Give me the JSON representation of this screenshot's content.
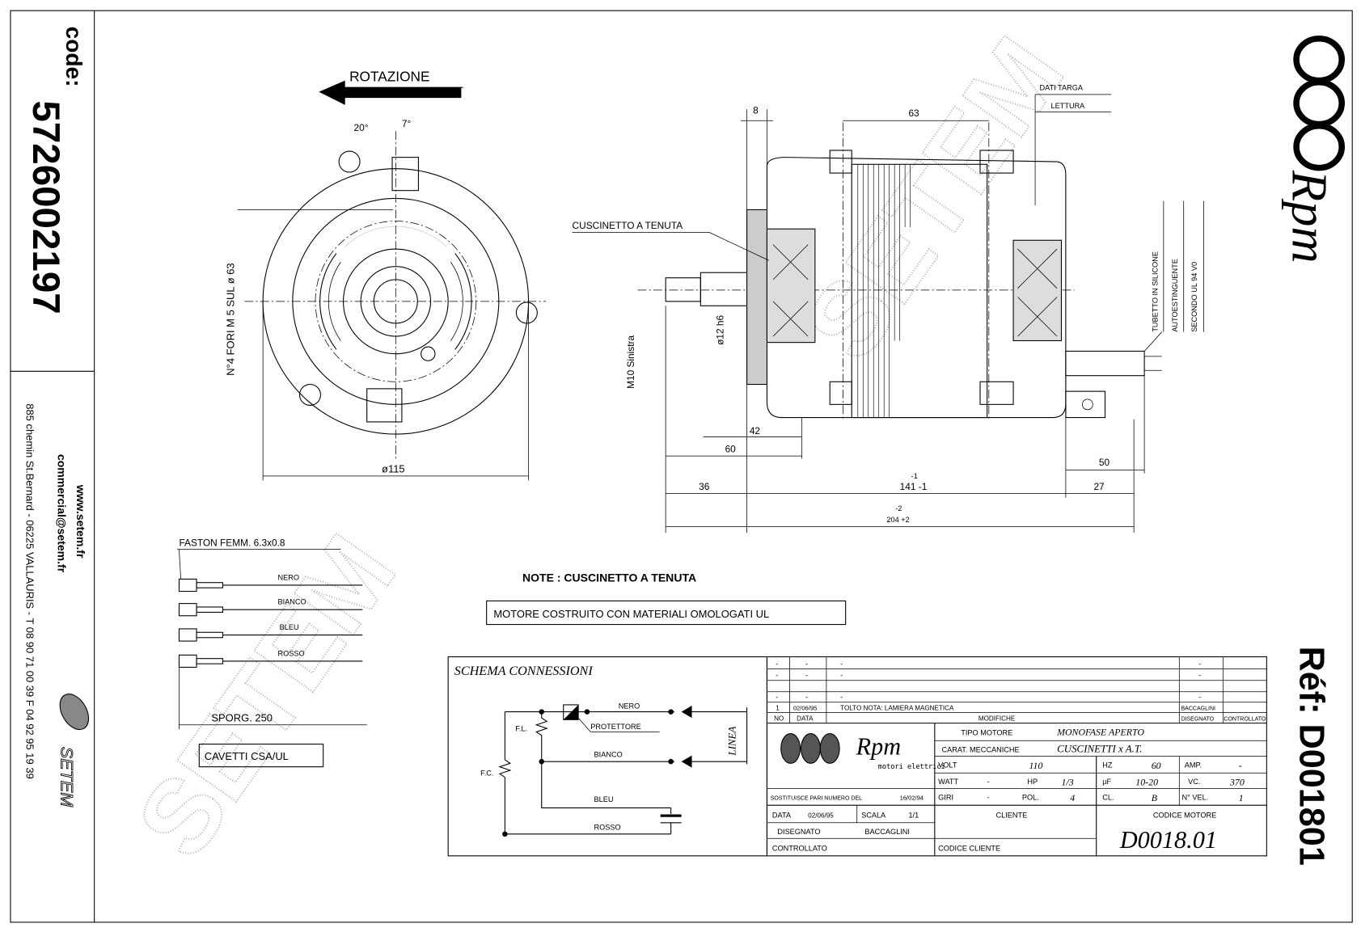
{
  "left_panel": {
    "code_label": "code:",
    "code": "5726002197",
    "website": "www.setem.fr",
    "email": "commercial@setem.fr",
    "address": "885 chemin St.Bernard - 06225 VALLAURIS - T 08 90 71 00 39  F 04 92 95 19 39",
    "brand": "SETEM"
  },
  "right_panel": {
    "logo": "Rpm",
    "ref": "Réf: D001801"
  },
  "watermark": "SETEM",
  "front_view": {
    "rotation_label": "ROTAZIONE",
    "angle_1": "20°",
    "angle_2": "7°",
    "holes_note": "N°4 FORI M 5 SUL ø 63",
    "diameter": "ø115"
  },
  "side_view": {
    "bearing_label": "CUSCINETTO A TENUTA",
    "plate_label": "DATI TARGA",
    "reading_label": "LETTURA",
    "thread_label": "M10 Sinistra",
    "shaft_label": "ø12 h6",
    "tube_lines": [
      "TUBETTO IN SILICONE",
      "AUTOESTINGUENTE",
      "SECONDO UL 94 V0"
    ],
    "dims": {
      "d8": "8",
      "d63": "63",
      "d42": "42",
      "d60": "60",
      "d36": "36",
      "d141": "141 -1",
      "d141_tol": "-1",
      "d27": "27",
      "d50": "50",
      "d204": "204 +2",
      "d204_tol": "-2"
    }
  },
  "wires": {
    "faston": "FASTON FEMM. 6.3x0.8",
    "colors": [
      "NERO",
      "BIANCO",
      "BLEU",
      "ROSSO"
    ],
    "sporg": "SPORG. 250",
    "cable": "CAVETTI CSA/UL"
  },
  "notes": {
    "note": "NOTE : CUSCINETTO A TENUTA",
    "ul": "MOTORE COSTRUITO CON MATERIALI OMOLOGATI UL"
  },
  "schema": {
    "title": "SCHEMA CONNESSIONI",
    "nero": "NERO",
    "protettore": "PROTETTORE",
    "bianco": "BIANCO",
    "bleu": "BLEU",
    "rosso": "ROSSO",
    "fl": "F.L.",
    "fc": "F.C.",
    "linea": "LINEA"
  },
  "title_block": {
    "revisions": [
      {
        "no": "-",
        "date": "-",
        "desc": "-",
        "drawn": "-"
      },
      {
        "no": "-",
        "date": "-",
        "desc": "-",
        "drawn": "-"
      },
      {
        "no": "",
        "date": "",
        "desc": "",
        "drawn": ""
      },
      {
        "no": "-",
        "date": "-",
        "desc": "-",
        "drawn": "-"
      },
      {
        "no": "1",
        "date": "02/06/95",
        "desc": "TOLTO NOTA: LAMIERA MAGNETICA",
        "drawn": "BACCAGLINI"
      }
    ],
    "headers": {
      "no": "NO",
      "date": "DATA",
      "desc": "MODIFICHE",
      "drawn": "DISEGNATO",
      "checked": "CONTROLLATO"
    },
    "logo": "Rpm",
    "logo_sub": "motori elettrici",
    "tipo_label": "TIPO MOTORE",
    "tipo": "MONOFASE APERTO",
    "carat_label": "CARAT. MECCANICHE",
    "carat": "CUSCINETTI x A.T.",
    "volt_label": "VOLT",
    "volt": "110",
    "hz_label": "HZ",
    "hz": "60",
    "amp_label": "AMP.",
    "amp": "-",
    "watt_label": "WATT",
    "watt": "-",
    "hp_label": "HP",
    "hp": "1/3",
    "uf_label": "µF",
    "uf": "10-20",
    "vc_label": "VC.",
    "vc": "370",
    "giri_label": "GIRI",
    "giri": "-",
    "pol_label": "POL.",
    "pol": "4",
    "cl_label": "CL.",
    "cl": "B",
    "vel_label": "N° VEL.",
    "vel": "1",
    "replaces": "SOSTITUISCE PARI NUMERO DEL",
    "replaces_date": "16/02/94",
    "data_label": "DATA",
    "data": "02/06/95",
    "scala_label": "SCALA",
    "scala": "1/1",
    "drawn_label": "DISEGNATO",
    "drawn": "BACCAGLINI",
    "checked_label": "CONTROLLATO",
    "client_label": "CLIENTE",
    "client_code_label": "CODICE CLIENTE",
    "motor_code_label": "CODICE MOTORE",
    "motor_code": "D0018.01"
  }
}
